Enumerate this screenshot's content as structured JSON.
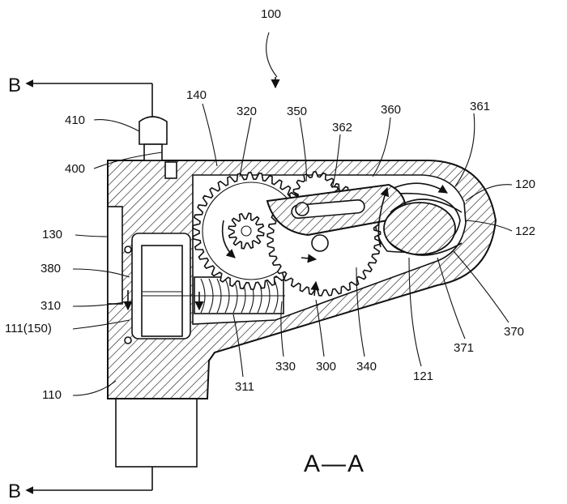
{
  "figure": {
    "main_ref": "100",
    "section_title": "A—A",
    "cut_top": "B",
    "cut_bottom": "B"
  },
  "labels": {
    "l410": "410",
    "l400": "400",
    "l140": "140",
    "l320": "320",
    "l350": "350",
    "l362": "362",
    "l360": "360",
    "l361": "361",
    "l120": "120",
    "l122": "122",
    "l130": "130",
    "l380": "380",
    "l310": "310",
    "l111": "111(150)",
    "l110": "110",
    "l311": "311",
    "l330": "330",
    "l300": "300",
    "l340": "340",
    "l121": "121",
    "l371": "371",
    "l370": "370"
  }
}
